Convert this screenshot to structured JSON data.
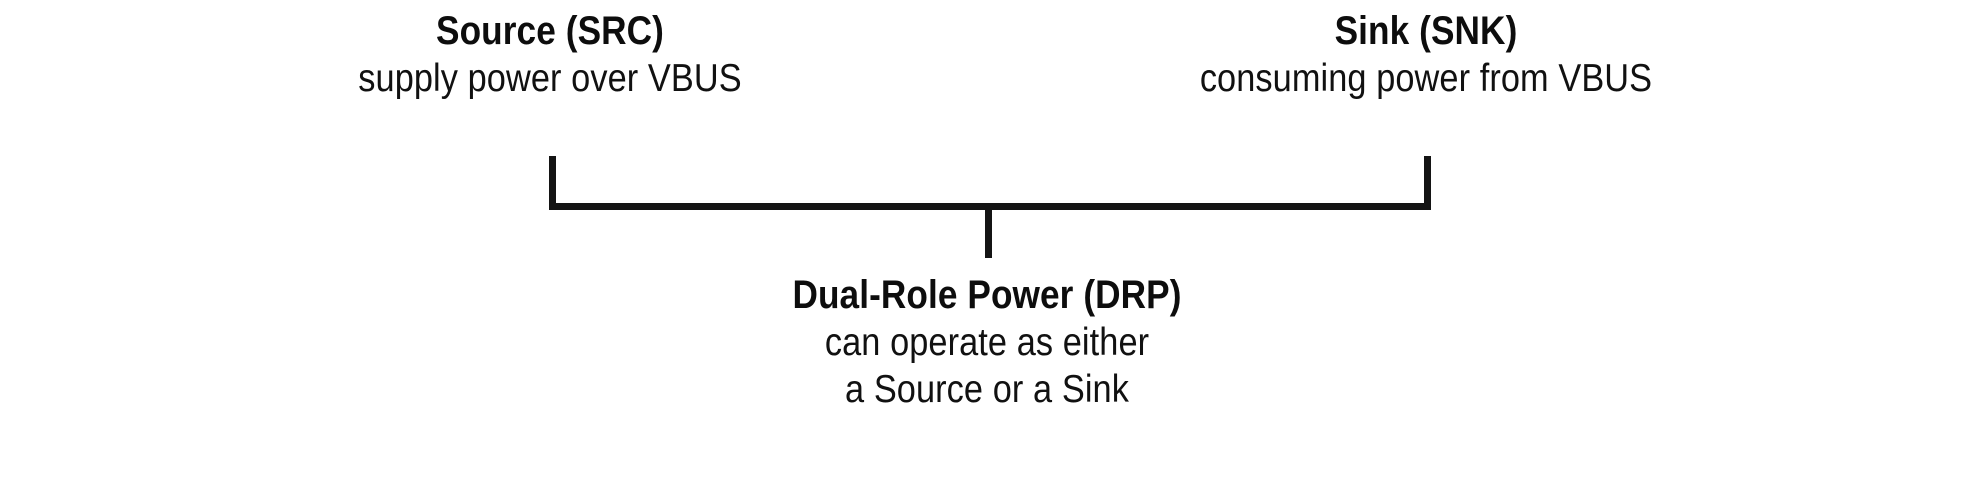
{
  "diagram": {
    "type": "hierarchy-bracket",
    "background_color": "#ffffff",
    "line_color": "#141414",
    "text_color": "#111111",
    "nodes": {
      "source": {
        "title": "Source (SRC)",
        "description": "supply power over VBUS"
      },
      "sink": {
        "title": "Sink (SNK)",
        "description": "consuming power from VBUS"
      },
      "dual_role": {
        "title": "Dual-Role Power (DRP)",
        "description_line1": "can operate as either",
        "description_line2": "a Source or a Sink"
      }
    },
    "connectors": {
      "left_riser_label": "source-branch",
      "right_riser_label": "sink-branch",
      "crossbar_label": "bracket-crossbar",
      "center_stem_label": "dual-role-stem"
    }
  }
}
